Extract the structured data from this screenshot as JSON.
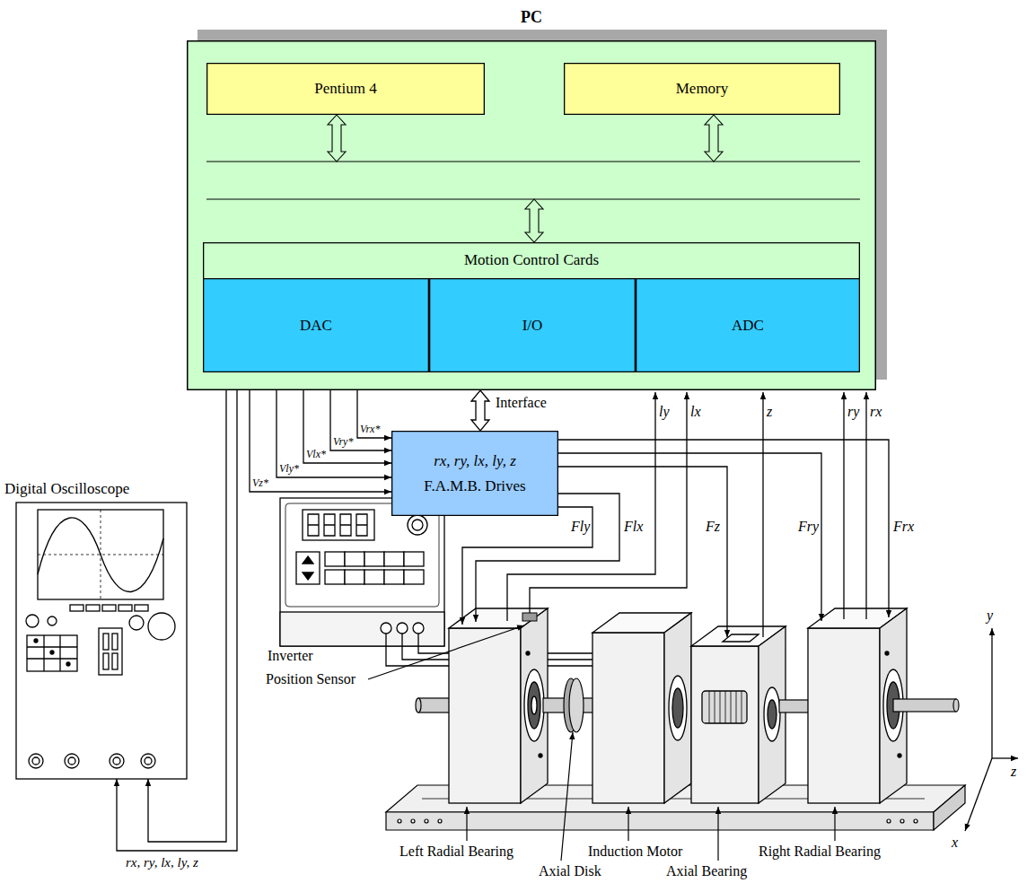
{
  "diagram": {
    "nodes": [
      {
        "text": [
          "PC"
        ]
      },
      {
        "text": [
          "Pentium 4"
        ],
        "in": 0
      },
      {
        "text": [
          "Memory"
        ],
        "in": 0
      },
      {
        "text": [
          "Motion Control Cards"
        ],
        "in": 0
      },
      {
        "text": [
          "DAC"
        ],
        "in": 3
      },
      {
        "text": [
          "I/O"
        ],
        "in": 3
      },
      {
        "text": [
          "ADC"
        ],
        "in": 3
      },
      {
        "text": [
          "rx, ry, lx, ly, z",
          "F.A.M.B. Drives"
        ]
      },
      {
        "text": [
          "Digital Oscilloscope"
        ]
      },
      {
        "text": [
          "Inverter"
        ]
      }
    ],
    "edges": [
      {
        "from": 0,
        "to": 8,
        "arrow": "to",
        "label": "rx, ry, lx, ly, z"
      },
      {
        "from": 0,
        "to": 7,
        "arrow": "both",
        "label": "Interface"
      },
      {
        "from": 4,
        "to": 7,
        "arrow": "to",
        "label": "Vrx*"
      },
      {
        "from": 4,
        "to": 7,
        "arrow": "to",
        "label": "Vry*"
      },
      {
        "from": 4,
        "to": 7,
        "arrow": "to",
        "label": "Vlx*"
      },
      {
        "from": 4,
        "to": 7,
        "arrow": "to",
        "label": "Vly*"
      },
      {
        "from": 4,
        "to": 7,
        "arrow": "to",
        "label": "Vz*"
      }
    ],
    "labels": [
      "ly",
      "lx",
      "z",
      "ry",
      "rx",
      "Fz",
      "Fry",
      "Frx",
      "Fly",
      "Flx",
      "Position Sensor",
      "Left Radial Bearing",
      "Axial Disk",
      "Induction Motor",
      "Axial Bearing",
      "Right Radial Bearing",
      "y",
      "z",
      "x"
    ]
  }
}
